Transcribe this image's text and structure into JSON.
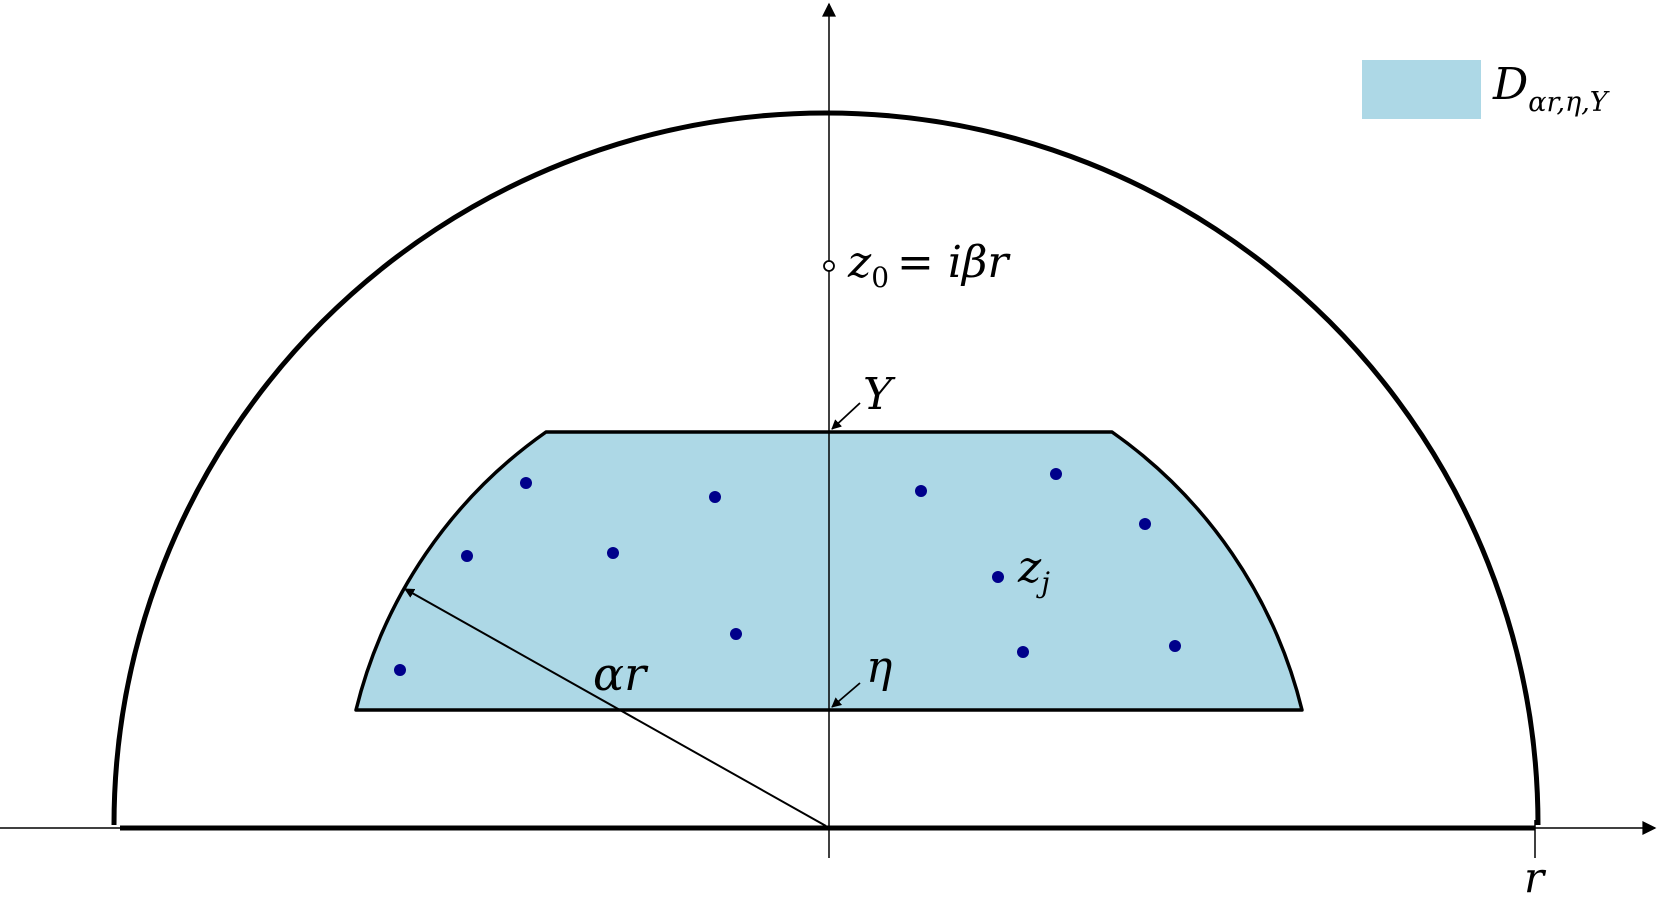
{
  "legend": {
    "swatch_color": "#add8e6",
    "label_main": "D",
    "label_sub": "αr,η,Y"
  },
  "labels": {
    "z0_main": "z",
    "z0_sub": "0",
    "z0_rest": "= iβr",
    "Y": "Y",
    "eta": "η",
    "alpha_r": "αr",
    "zj_main": "z",
    "zj_sub": "j",
    "r": "r"
  },
  "colors": {
    "region_fill": "#add8e6",
    "points": "#00008b",
    "stroke": "#000000"
  },
  "points_count_note": null
}
